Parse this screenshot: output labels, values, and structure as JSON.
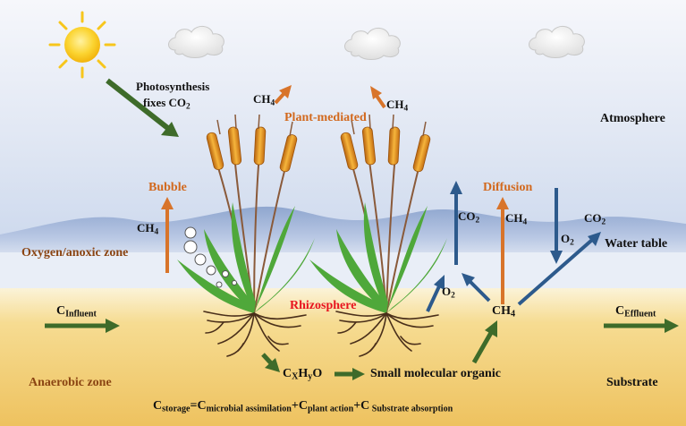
{
  "labels": {
    "photosynthesis_line1": "Photosynthesis",
    "photosynthesis_line2": "fixes CO",
    "photosynthesis_sub": "2",
    "ch4": "CH",
    "sub4": "4",
    "plant_mediated": "Plant-mediated",
    "atmosphere": "Atmosphere",
    "bubble": "Bubble",
    "diffusion": "Diffusion",
    "co2": "CO",
    "sub2": "2",
    "o2": "O",
    "water_table": "Water table",
    "oxygen_anoxic_zone": "Oxygen/anoxic zone",
    "rhizosphere": "Rhizosphere",
    "c_influent_main": "C",
    "c_influent_sub": "Influent",
    "c_effluent_main": "C",
    "c_effluent_sub": "Effluent",
    "cxhyo_c": "C",
    "cxhyo_x": "X",
    "cxhyo_h": "H",
    "cxhyo_y": "y",
    "cxhyo_o": "O",
    "small_molecular_organic": "Small molecular organic",
    "anaerobic_zone": "Anaerobic zone",
    "substrate": "Substrate",
    "eq_c1": "C",
    "eq_storage": "storage",
    "eq_eq": "=C",
    "eq_microbial": "microbial assimilation",
    "eq_plus1": "+C",
    "eq_plant": "plant action",
    "eq_plus2": "+C",
    "eq_substrate": " Substrate absorption"
  },
  "colors": {
    "arrow_green": "#3e6b2a",
    "arrow_orange": "#d8742a",
    "arrow_blue": "#2d5a8c",
    "sun": "#f7c61c",
    "sky_top": "#f4f6fb",
    "sky_bottom": "#cfdbef",
    "soil": "#f0c867"
  },
  "icons": [
    "sun-icon",
    "cloud-icon",
    "cattail-plant-icon",
    "root-icon",
    "bubble-icon"
  ]
}
